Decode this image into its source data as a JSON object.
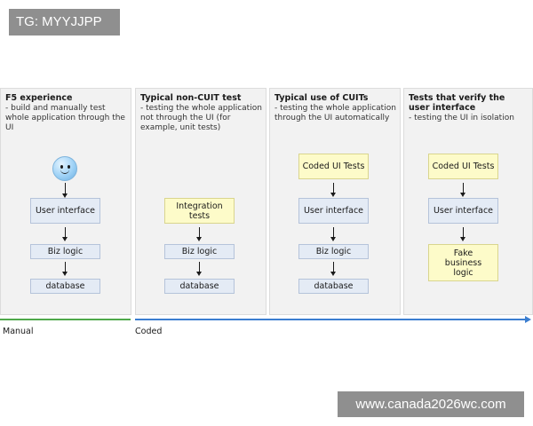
{
  "tag": "TG: MYYJJPP",
  "watermark": "www.canada2026wc.com",
  "panels": [
    {
      "title": "F5 experience",
      "desc": "- build and manually test whole application through the UI",
      "boxes": [
        "User interface",
        "Biz logic",
        "database"
      ]
    },
    {
      "title": "Typical non-CUIT test",
      "desc": "- testing the whole application not through the UI (for example, unit tests)",
      "boxes": [
        "Integration tests",
        "Biz logic",
        "database"
      ]
    },
    {
      "title": "Typical use of CUITs",
      "desc": "- testing the whole application through the UI automatically",
      "boxes": [
        "Coded UI Tests",
        "User interface",
        "Biz logic",
        "database"
      ]
    },
    {
      "title": "Tests that verify the user interface",
      "desc": "- testing the UI in isolation",
      "boxes": [
        "Coded UI Tests",
        "User interface",
        "Fake business logic"
      ]
    }
  ],
  "axis": {
    "manual": "Manual",
    "coded": "Coded"
  },
  "colors": {
    "manual_line": "#4fa84b",
    "coded_line": "#3b7ed0",
    "box_blue": "#e4ebf5",
    "box_yellow": "#fdfbc9"
  },
  "icons": {
    "user": "smiley-icon"
  }
}
